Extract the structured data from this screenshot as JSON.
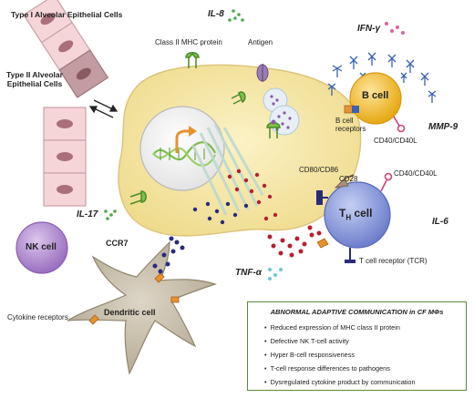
{
  "labels": {
    "type1": "Type I Alveolar Epithelial Cells",
    "type2": "Type II Alveolar Epithelial Cells",
    "mhc2": "Class II MHC protein",
    "antigen": "Antigen",
    "bcell_receptors": "B cell receptors",
    "bcell": "B cell",
    "cd40_b": "CD40/CD40L",
    "cd80": "CD80/CD86",
    "cd28": "CD28",
    "cd40_t": "CD40/CD40L",
    "th_cell": "T",
    "th_sub": "H",
    "th_word": " cell",
    "tcr": "T cell receptor (TCR)",
    "nk": "NK cell",
    "ccr7": "CCR7",
    "dendritic": "Dendritic cell",
    "cytokine_receptors": "Cytokine receptors"
  },
  "cytokines": {
    "il8": "IL-8",
    "ifng": "IFN-γ",
    "mmp9": "MMP-9",
    "il17": "IL-17",
    "il6": "IL-6",
    "tnfa": "TNF-α"
  },
  "box": {
    "title": "ABNORMAL ADAPTIVE COMMUNICATION in CF MΦs",
    "items": [
      "Reduced expression of MHC class II protein",
      "Defective NK T-cell activity",
      "Hyper B-cell responsiveness",
      "T-cell response differences to pathogens",
      "Dysregulated cytokine product by communication"
    ]
  },
  "colors": {
    "macrophage": "#f6e8a6",
    "macrophage_edge": "#e0c870",
    "epithelial": "#f6d5d8",
    "epithelial_dark": "#c9a2a9",
    "b_cell": "#f3c238",
    "t_cell": "#8fa0dd",
    "nk_cell": "#b18ad0",
    "dendritic": "#c9bfad",
    "receptor_green": "#7fbf4a",
    "receptor_orange": "#e8922e",
    "antibody_blue": "#3a62b0",
    "dot_red": "#b42030",
    "dot_navy": "#2a2a7a",
    "dot_teal": "#6ec6d8",
    "dot_pink": "#e0609a",
    "dot_green": "#4caa4c",
    "box_border": "#5a8a3a"
  }
}
